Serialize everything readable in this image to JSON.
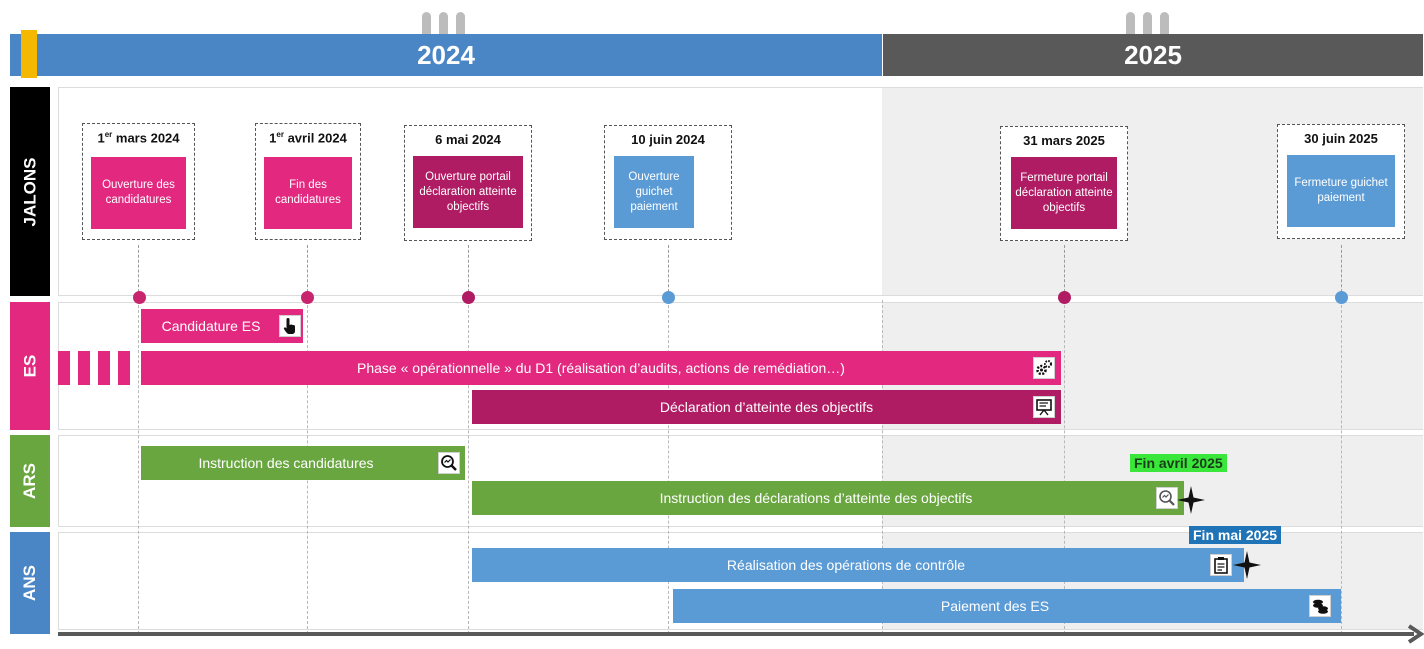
{
  "years": [
    {
      "label": "2024",
      "color": "#4a86c5"
    },
    {
      "label": "2025",
      "color": "#595959"
    }
  ],
  "lanes": [
    {
      "label": "JALONS",
      "color": "#000000"
    },
    {
      "label": "ES",
      "color": "#e2297f"
    },
    {
      "label": "ARS",
      "color": "#6aa640"
    },
    {
      "label": "ANS",
      "color": "#4a86c5"
    }
  ],
  "milestones": [
    {
      "date_main": "1",
      "date_sup": "er",
      "date_rest": " mars 2024",
      "text": "Ouverture des candidatures",
      "color": "#e2297f"
    },
    {
      "date_main": "1",
      "date_sup": "er",
      "date_rest": " avril 2024",
      "text": "Fin des candidatures",
      "color": "#e2297f"
    },
    {
      "date_main": "6 mai 2024",
      "date_sup": "",
      "date_rest": "",
      "text": "Ouverture portail déclaration atteinte objectifs",
      "color": "#b01c63"
    },
    {
      "date_main": "10 juin 2024",
      "date_sup": "",
      "date_rest": "",
      "text": "Ouverture guichet paiement",
      "color": "#5b9bd5"
    },
    {
      "date_main": "31 mars 2025",
      "date_sup": "",
      "date_rest": "",
      "text": "Fermeture portail déclaration atteinte objectifs",
      "color": "#b01c63"
    },
    {
      "date_main": "30 juin 2025",
      "date_sup": "",
      "date_rest": "",
      "text": "Fermeture guichet paiement",
      "color": "#5b9bd5"
    }
  ],
  "bars": {
    "es": [
      {
        "label": "Candidature ES",
        "icon": "hand-pointer-icon",
        "color": "#e2297f"
      },
      {
        "label": "Phase « opérationnelle » du D1 (réalisation d’audits, actions de remédiation…)",
        "icon": "gears-icon",
        "color": "#e2297f"
      },
      {
        "label": "Déclaration d’atteinte des objectifs",
        "icon": "presentation-board-icon",
        "color": "#b01c63"
      }
    ],
    "ars": [
      {
        "label": "Instruction des candidatures",
        "icon": "magnifier-chart-icon",
        "color": "#6aa640"
      },
      {
        "label": "Instruction des déclarations d’atteinte des objectifs",
        "icon": "magnifier-chart-icon",
        "color": "#6aa640"
      }
    ],
    "ans": [
      {
        "label": "Réalisation des opérations de contrôle",
        "icon": "clipboard-checklist-icon",
        "color": "#5b9bd5"
      },
      {
        "label": "Paiement des ES",
        "icon": "coins-stack-icon",
        "color": "#5b9bd5"
      }
    ]
  },
  "tags": [
    {
      "label": "Fin avril 2025",
      "bg": "#39e639",
      "fg": "#1a3d1a"
    },
    {
      "label": "Fin mai 2025",
      "bg": "#1f74b8",
      "fg": "#ffffff"
    }
  ]
}
